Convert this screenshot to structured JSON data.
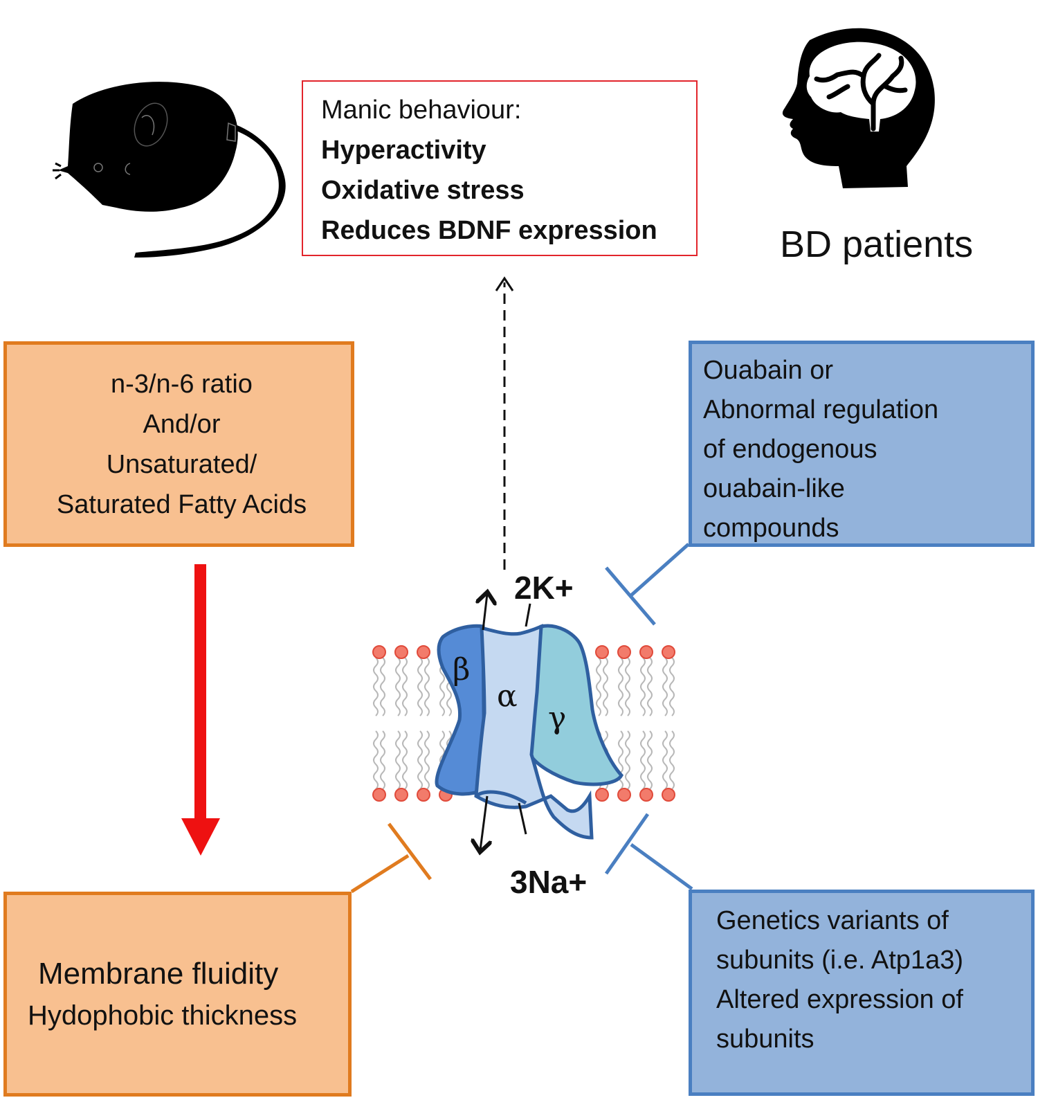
{
  "manic_box": {
    "heading": "Manic behaviour:",
    "items": [
      "Hyperactivity",
      "Oxidative stress",
      "Reduces BDNF expression"
    ]
  },
  "bd_label": "BD patients",
  "fatty_acid_box": {
    "lines": [
      "n-3/n-6 ratio",
      "And/or",
      "Unsaturated/",
      "Saturated Fatty Acids"
    ]
  },
  "membrane_box": {
    "lines": [
      "Membrane  fluidity",
      "Hydophobic thickness"
    ]
  },
  "ouabain_box": {
    "lines": [
      "Ouabain or",
      "Abnormal regulation",
      "of endogenous",
      "ouabain-like",
      "compounds"
    ]
  },
  "genetics_box": {
    "lines": [
      "Genetics variants of",
      "subunits (i.e. Atp1a3)",
      "Altered expression of",
      "subunits"
    ]
  },
  "pump": {
    "potassium_label": "2K+",
    "sodium_label": "3Na+",
    "subunits": {
      "beta": "β",
      "alpha": "α",
      "gamma": "γ"
    }
  },
  "icons": [
    "mouse-silhouette-icon",
    "human-head-brain-icon",
    "down-arrow-icon"
  ],
  "colors": {
    "orange_fill": "#f8c090",
    "orange_border": "#e07b1f",
    "blue_fill": "#93b3db",
    "blue_border": "#4a7fc1",
    "red_arrow": "#ee1111",
    "manic_border": "#e2242b",
    "alpha_fill": "#c5d9f1",
    "beta_fill": "#558bd6",
    "gamma_fill": "#92cddc"
  }
}
